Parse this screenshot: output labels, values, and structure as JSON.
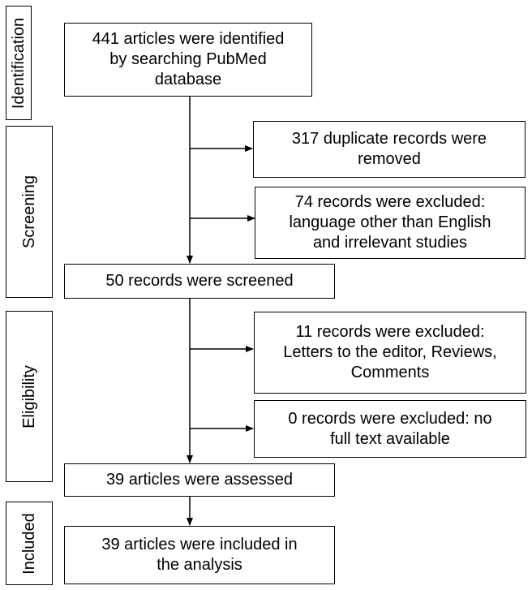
{
  "phases": {
    "identification": "Identification",
    "screening": "Screening",
    "eligibility": "Eligibility",
    "included": "Included"
  },
  "boxes": {
    "identified": "441 articles were identified\nby searching PubMed\ndatabase",
    "duplicates": "317 duplicate records were\nremoved",
    "excluded_language": "74 records were excluded:\nlanguage other than English\nand irrelevant studies",
    "screened": "50 records were screened",
    "excluded_letters": "11 records were excluded:\nLetters to the editor, Reviews,\nComments",
    "excluded_fulltext": "0 records were excluded: no\nfull text available",
    "assessed": "39 articles were assessed",
    "included": "39 articles were included in\nthe analysis"
  }
}
